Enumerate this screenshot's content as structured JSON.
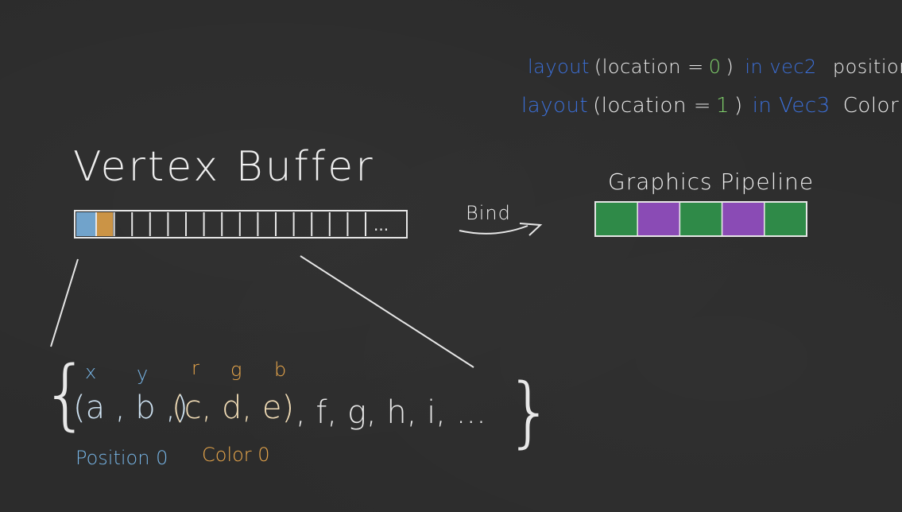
{
  "code_lines": [
    {
      "tokens": [
        {
          "text": "layout",
          "color": "blue"
        },
        {
          "text": "(location =",
          "color": "white"
        },
        {
          "text": "0",
          "color": "green"
        },
        {
          "text": ")",
          "color": "white"
        },
        {
          "text": "in vec2",
          "color": "blue"
        },
        {
          "text": "position ;",
          "color": "white"
        }
      ]
    },
    {
      "tokens": [
        {
          "text": "layout",
          "color": "blue"
        },
        {
          "text": "(location =",
          "color": "white"
        },
        {
          "text": "1",
          "color": "green"
        },
        {
          "text": ")",
          "color": "white"
        },
        {
          "text": "in Vec3",
          "color": "blue"
        },
        {
          "text": "Color ;",
          "color": "white"
        }
      ]
    }
  ],
  "vertex_buffer": {
    "title": "Vertex Buffer",
    "ellipsis": "...",
    "first_cell_color": "#7cb7e6",
    "second_cell_color": "#e6a64a",
    "cell_count": 15
  },
  "bind_label": "Bind",
  "pipeline": {
    "title": "Graphics Pipeline",
    "segments": [
      "green",
      "purple",
      "green",
      "purple",
      "green"
    ],
    "colors": {
      "green": "#2f8a48",
      "purple": "#8a4bb5"
    }
  },
  "tuple": {
    "open_brace": "{",
    "close_brace": "}",
    "comp_labels": [
      {
        "text": "x",
        "color": "blue"
      },
      {
        "text": "y",
        "color": "blue"
      },
      {
        "text": "r",
        "color": "orange"
      },
      {
        "text": "g",
        "color": "orange"
      },
      {
        "text": "b",
        "color": "orange"
      }
    ],
    "group1": "(a ,  b ,)",
    "group2": "(c,  d,  e)",
    "rest": ", f,   g, h, i, ...",
    "position_label": "Position 0",
    "color_label": "Color 0"
  },
  "colors": {
    "background": "#2c2c2c",
    "code_blue": "#3b6fd8",
    "code_green": "#7fcf6b",
    "attr_blue": "#76b3e3",
    "attr_orange": "#e9a74b"
  }
}
